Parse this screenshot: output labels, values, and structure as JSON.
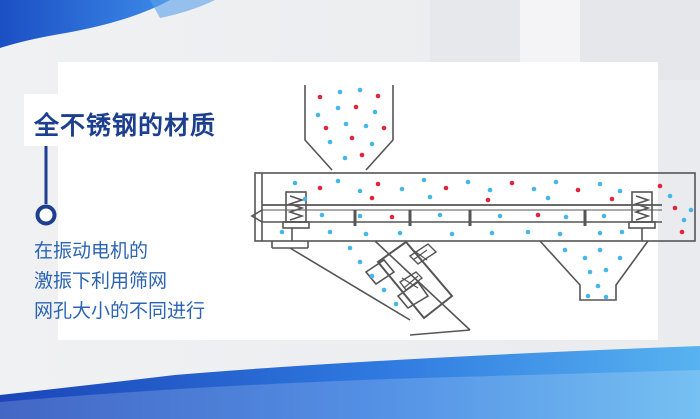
{
  "heading": {
    "title": "全不锈钢的材质"
  },
  "description": {
    "lines": [
      "在振动电机的",
      "激振下利用筛网",
      "网孔大小的不同进行"
    ]
  },
  "colors": {
    "accent_blue": "#1d5fc6",
    "title_blue": "#1d3f8f",
    "text_blue": "#2c64b4",
    "particle_red": "#e0243a",
    "particle_blue": "#46b6ea",
    "line": "#555555"
  },
  "icons": {
    "connector": "timeline-node-icon"
  }
}
